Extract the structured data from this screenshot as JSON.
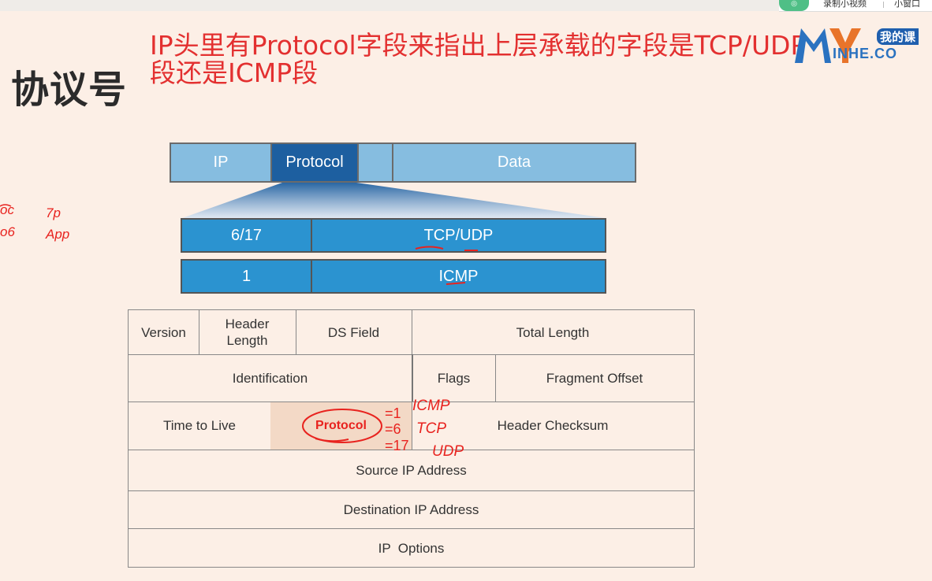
{
  "recorder": {
    "icon_text": "◎",
    "record_video": "录制小视频",
    "small_window": "小窗口"
  },
  "slide": {
    "title": "协议号",
    "subtitle": "IP头里有Protocol字段来指出上层承载的字段是TCP/UDP段还是ICMP段",
    "logo": {
      "cn": "我的课",
      "en": "INHE.CO",
      "mark": "MY"
    }
  },
  "packet": {
    "ip": "IP",
    "protocol": "Protocol",
    "data": "Data"
  },
  "protocol_values": [
    {
      "number": "6/17",
      "name": "TCP/UDP"
    },
    {
      "number": "1",
      "name": "ICMP"
    }
  ],
  "ip_header": {
    "version": "Version",
    "header_length": "Header Length",
    "ds_field": "DS Field",
    "total_length": "Total Length",
    "identification": "Identification",
    "flags": "Flags",
    "fragment_offset": "Fragment Offset",
    "ttl": "Time to Live",
    "protocol": "Protocol",
    "header_checksum": "Header Checksum",
    "source_ip": "Source IP Address",
    "dest_ip": "Destination IP Address",
    "ip_options": "IP  Options"
  },
  "handwritten_notes": {
    "eq1": "=1",
    "eq6": "=6",
    "eq17": "=17",
    "icmp": "ICMP",
    "tcp": "TCP",
    "udp": "UDP",
    "left_top": "oc",
    "left_bottom": "o6",
    "left_app_top": "7p",
    "left_app": "App"
  },
  "colors": {
    "background": "#fcefe6",
    "title_red": "#e33030",
    "light_blue": "#86bde0",
    "dark_blue": "#1d5fa0",
    "mid_blue": "#2b93d0",
    "protocol_highlight": "#f3d9c6",
    "annotation_red": "#e8231f"
  }
}
